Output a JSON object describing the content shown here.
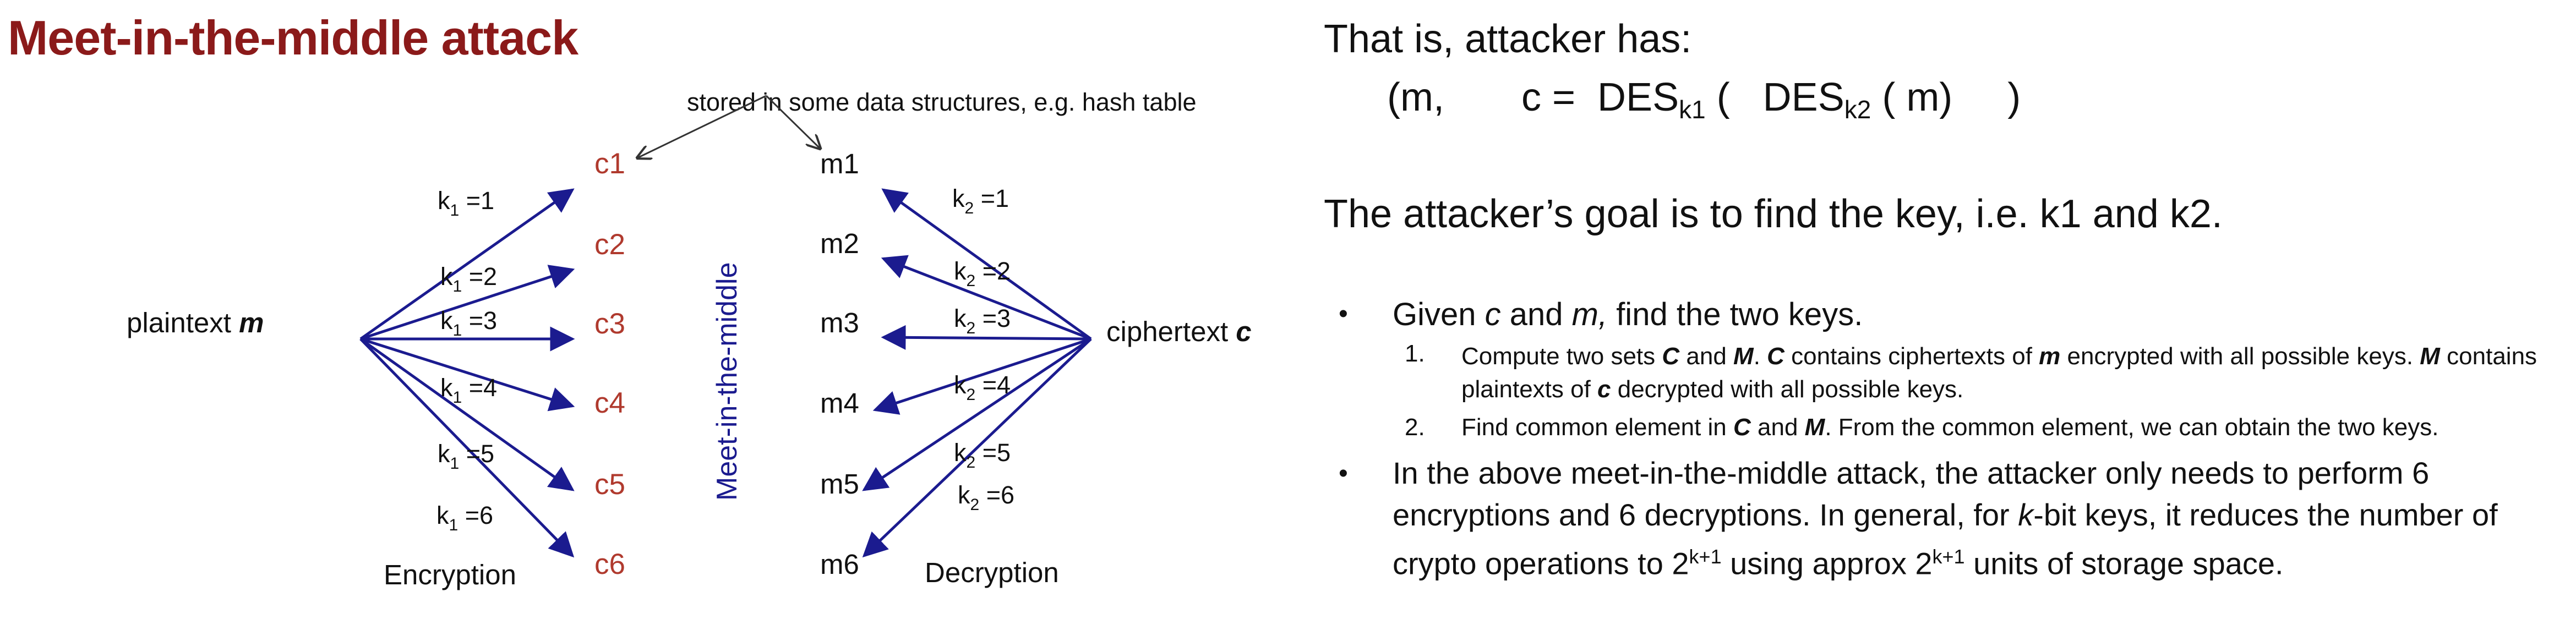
{
  "title": "Meet-in-the-middle attack",
  "diagram": {
    "note": "stored in some data structures, e.g. hash table",
    "plaintext_label": "plaintext ",
    "plaintext_symbol": "m",
    "ciphertext_label": "ciphertext ",
    "ciphertext_symbol": "c",
    "middle_label": "Meet-in-the-middle",
    "encryption_label": "Encryption",
    "decryption_label": "Decryption",
    "c_nodes": [
      "c1",
      "c2",
      "c3",
      "c4",
      "c5",
      "c6"
    ],
    "m_nodes": [
      "m1",
      "m2",
      "m3",
      "m4",
      "m5",
      "m6"
    ],
    "k1_labels": [
      {
        "k": "k",
        "sub": "1",
        "rest": " =1"
      },
      {
        "k": "k",
        "sub": "1",
        "rest": " =2"
      },
      {
        "k": "k",
        "sub": "1",
        "rest": " =3"
      },
      {
        "k": "k",
        "sub": "1",
        "rest": " =4"
      },
      {
        "k": "k",
        "sub": "1",
        "rest": " =5"
      },
      {
        "k": "k",
        "sub": "1",
        "rest": " =6"
      }
    ],
    "k2_labels": [
      {
        "k": "k",
        "sub": "2",
        "rest": " =1"
      },
      {
        "k": "k",
        "sub": "2",
        "rest": " =2"
      },
      {
        "k": "k",
        "sub": "2",
        "rest": " =3"
      },
      {
        "k": "k",
        "sub": "2",
        "rest": " =4"
      },
      {
        "k": "k",
        "sub": "2",
        "rest": " =5"
      },
      {
        "k": "k",
        "sub": "2",
        "rest": " =6"
      }
    ],
    "colors": {
      "arrow": "#1b1b8f",
      "c_nodes": "#b03a2e",
      "title": "#8b1a1a"
    }
  },
  "right": {
    "line1": "That is, attacker has:",
    "eq": {
      "a": "(m,       c =  DES",
      "s1": "k1",
      "b": " (   DES",
      "s2": "k2",
      "c": " ( m)     )"
    },
    "goal": "The attacker’s goal is to find the key, i.e.  k1 and k2.",
    "bullet_symbol": "•",
    "bullet1": {
      "a": "Given ",
      "c": "c",
      "b": "  and ",
      "m": "m,",
      "d": "  find the two keys."
    },
    "step1": {
      "num": "1.",
      "t1": "Compute two sets ",
      "C": "C",
      "t2": " and ",
      "M": "M",
      "t3": ".  ",
      "C2": "C",
      "t4": " contains ciphertexts of ",
      "m": "m",
      "t5": " encrypted with all possible keys.  ",
      "M2": "M",
      "t6": " contains plaintexts of ",
      "c": "c",
      "t7": " decrypted with all possible keys."
    },
    "step2": {
      "num": "2.",
      "t1": "Find common element in ",
      "C": "C",
      "t2": " and ",
      "M": "M",
      "t3": ".  From the common element, we can obtain the two keys."
    },
    "bullet2": {
      "t1": "In the above meet-in-the-middle attack, the attacker only needs to perform 6 encryptions and 6 decryptions.  In general, for ",
      "k": "k",
      "t2": "-bit keys, it reduces the number of crypto operations to 2",
      "e1": "k+1",
      "t3": " using approx 2",
      "e2": "k+1",
      "t4": "  units of storage space."
    }
  }
}
